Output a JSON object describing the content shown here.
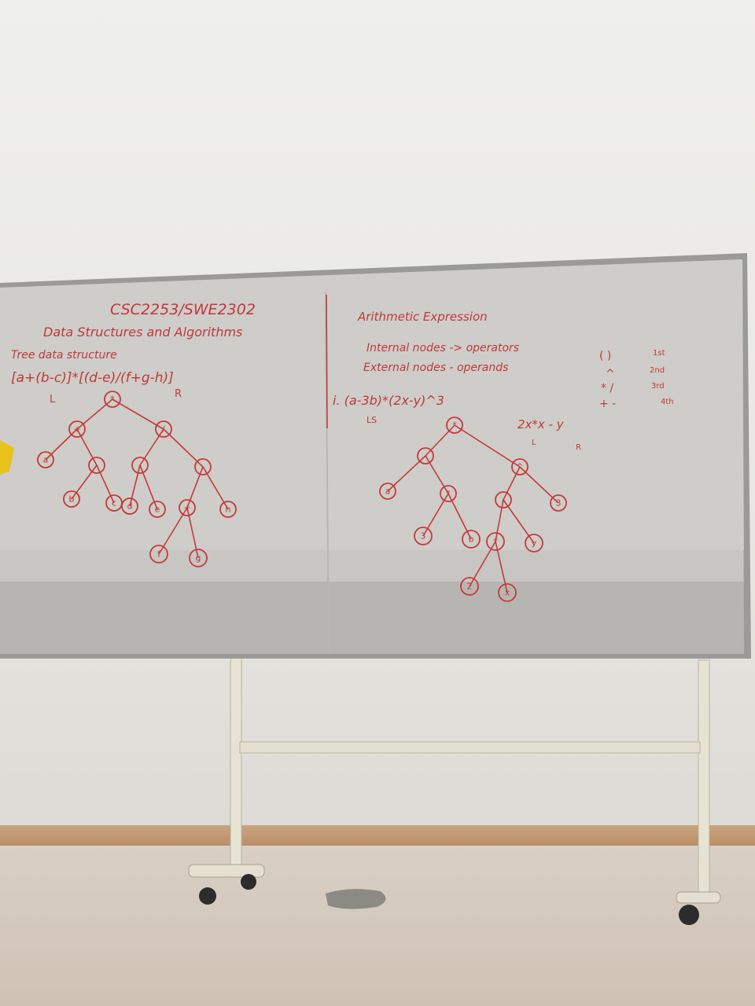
{
  "board": {
    "left_column": {
      "course_code": "CSC2253/SWE2302",
      "course_title": "Data Structures and Algorithms",
      "topic": "Tree data structure",
      "expression": "[a+(b-c)]*[(d-e)/(f+g-h)]",
      "left_marker": "L",
      "right_marker": "R"
    },
    "right_column": {
      "heading": "Arithmetic Expression",
      "line1": "Internal nodes -> operators",
      "line2": "External nodes - operands",
      "example": "i. (a-3b)*(2x-y)^3",
      "example_marker": "LS",
      "sub_expression": "2x*x - y",
      "sub_left": "L",
      "sub_right": "R"
    },
    "precedence": [
      {
        "ops": "( )",
        "rank": "1st"
      },
      {
        "ops": "^",
        "rank": "2nd"
      },
      {
        "ops": "* /",
        "rank": "3rd"
      },
      {
        "ops": "+ -",
        "rank": "4th"
      }
    ],
    "tree1_labels": [
      "*",
      "+",
      "/",
      "a",
      "-",
      "-",
      "-",
      "b",
      "c",
      "d",
      "e",
      "+",
      "h",
      "f",
      "g"
    ],
    "tree2_labels": [
      "*",
      "-",
      "^",
      "a",
      "*",
      "-",
      "3",
      "3",
      "b",
      "*",
      "y",
      "2",
      "x"
    ]
  }
}
